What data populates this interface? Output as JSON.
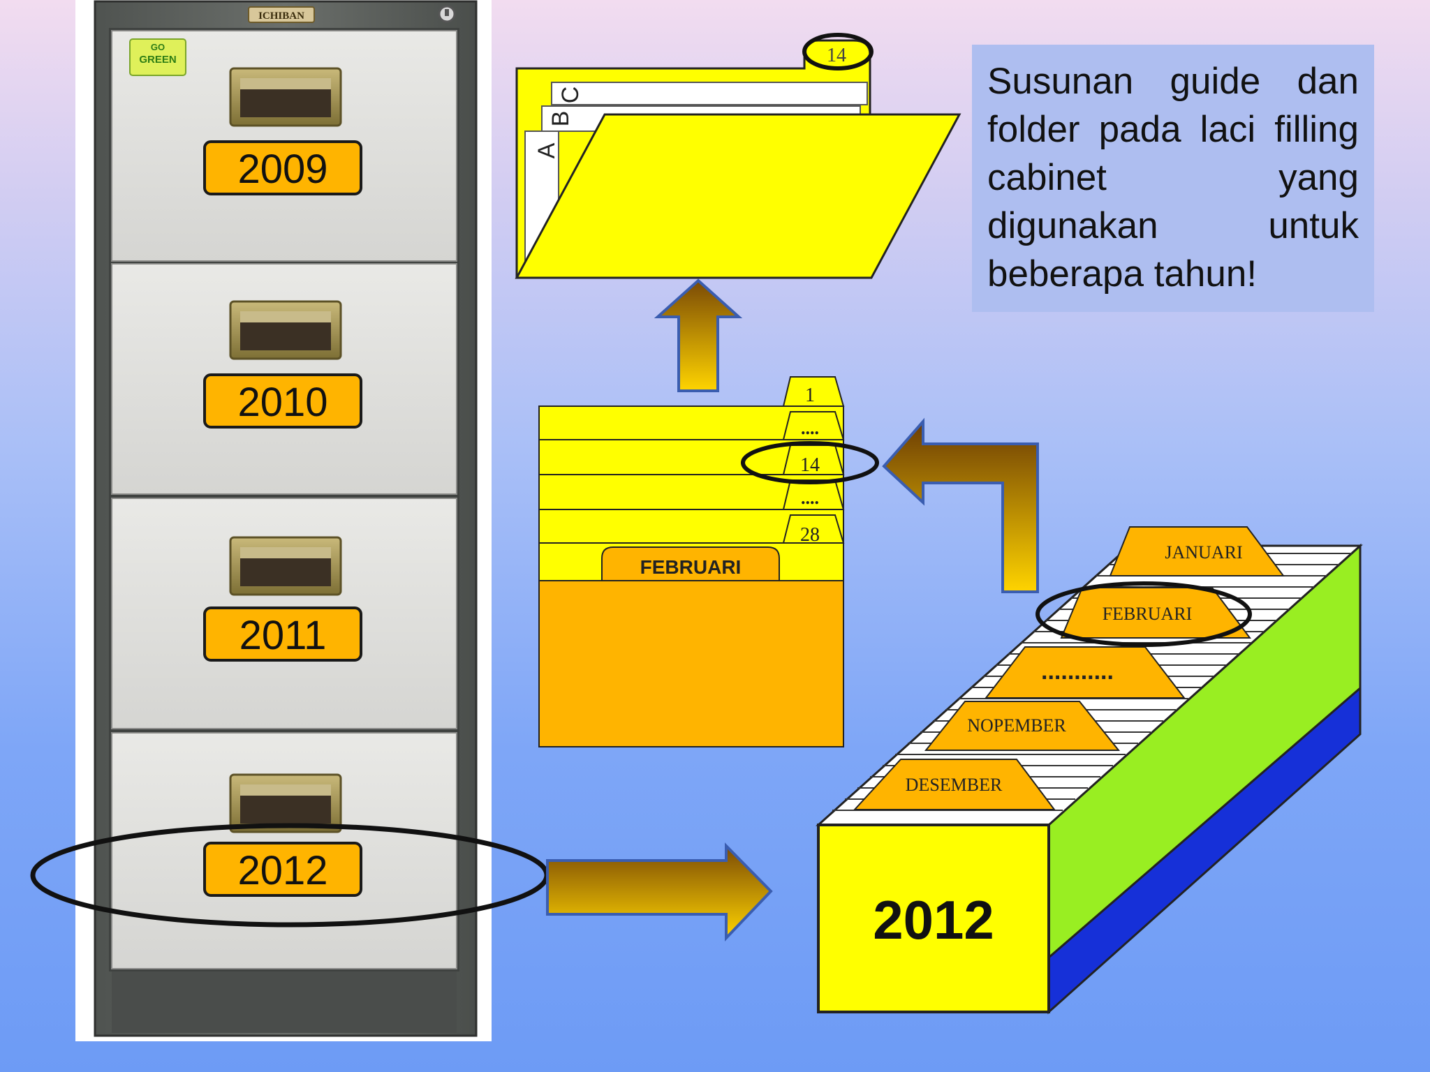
{
  "caption": "Susunan guide dan folder pada laci filling cabinet yang digunakan untuk beberapa tahun!",
  "cabinet": {
    "brand": "ICHIBAN",
    "sticker_line1": "GO",
    "sticker_line2": "GREEN",
    "drawers": [
      {
        "label": "2009"
      },
      {
        "label": "2010"
      },
      {
        "label": "2011"
      },
      {
        "label": "2012"
      }
    ]
  },
  "box": {
    "year": "2012",
    "guides": [
      {
        "label": "JANUARI"
      },
      {
        "label": "FEBRUARI"
      },
      {
        "label": "..........."
      },
      {
        "label": "NOPEMBER"
      },
      {
        "label": "DESEMBER"
      }
    ]
  },
  "month_file": {
    "month_label": "FEBRUARI",
    "day_tabs": [
      {
        "label": "1"
      },
      {
        "label": "...."
      },
      {
        "label": "14"
      },
      {
        "label": "...."
      },
      {
        "label": "28"
      }
    ]
  },
  "day_folder": {
    "tab_label": "14",
    "letters": [
      {
        "label": "A"
      },
      {
        "label": "B"
      },
      {
        "label": "C"
      }
    ]
  },
  "colors": {
    "folder_yellow": "#ffff00",
    "folder_orange": "#ffb400",
    "box_green": "#99ee22",
    "box_blue": "#1630d8",
    "arrow_dark": "#7a4a06",
    "arrow_light": "#ffd400",
    "arrow_border": "#3a5db0"
  },
  "icons": [
    "drawer-handle-icon",
    "lock-icon",
    "arrow-right-icon",
    "arrow-up-icon",
    "arrow-bend-icon",
    "highlight-ellipse-icon"
  ]
}
